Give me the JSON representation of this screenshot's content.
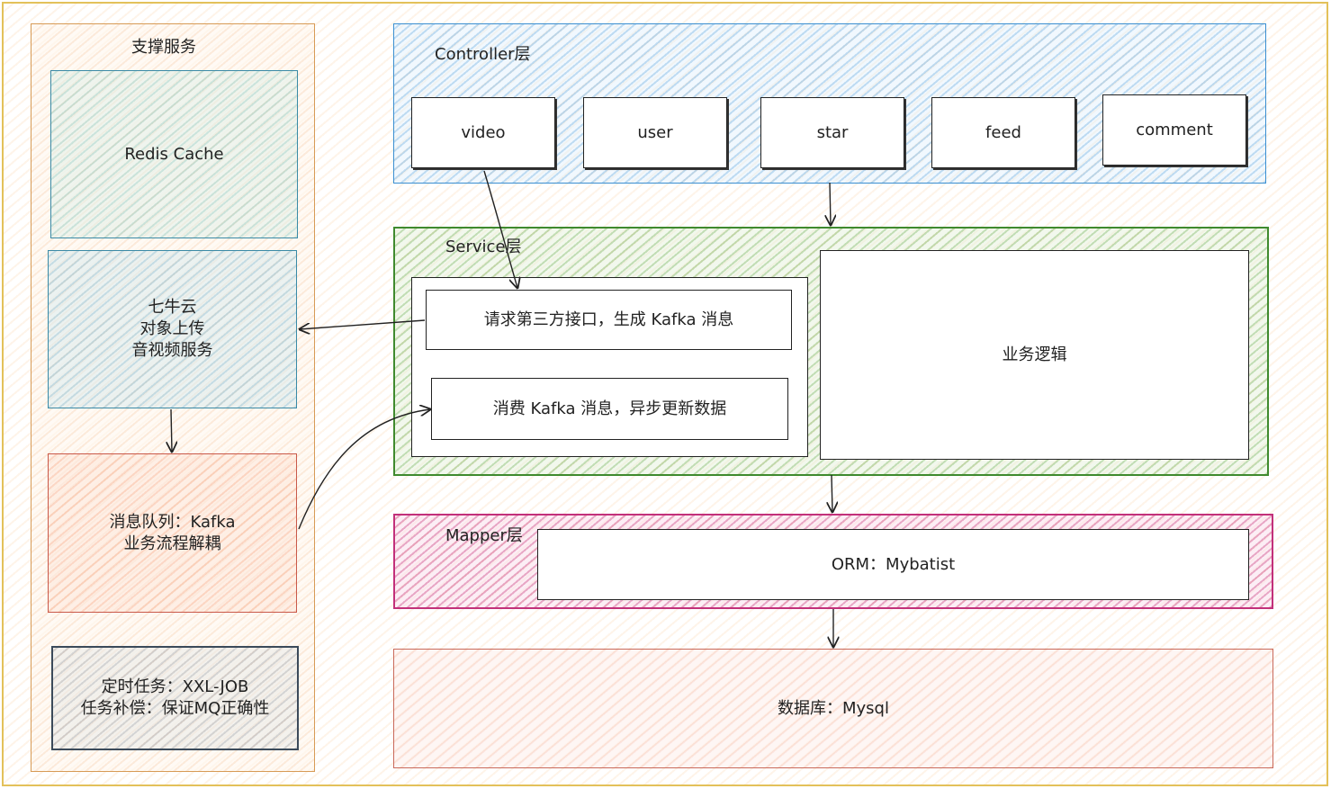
{
  "support": {
    "title": "支撑服务",
    "redis": "Redis Cache",
    "qiniu": [
      "七牛云",
      "对象上传",
      "音视频服务"
    ],
    "kafka": [
      "消息队列：Kafka",
      "业务流程解耦"
    ],
    "xxl": [
      "定时任务：XXL-JOB",
      "任务补偿：保证MQ正确性"
    ]
  },
  "controller": {
    "title": "Controller层",
    "items": [
      "video",
      "user",
      "star",
      "feed",
      "comment"
    ]
  },
  "service": {
    "title": "Service层",
    "request_box": "请求第三方接口，生成 Kafka 消息",
    "consume_box": "消费 Kafka 消息，异步更新数据",
    "logic_box": "业务逻辑"
  },
  "mapper": {
    "title": "Mapper层",
    "orm_box": "ORM：Mybatist"
  },
  "database": {
    "label": "数据库：Mysql"
  }
}
